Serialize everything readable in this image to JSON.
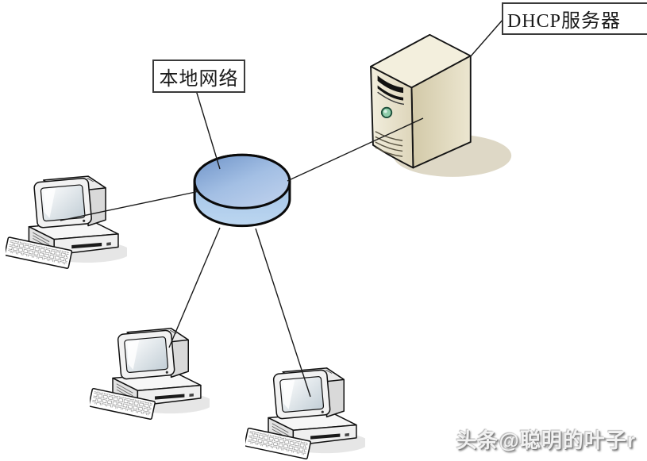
{
  "labels": {
    "local_network": "本地网络",
    "dhcp_server": "DHCP服务器"
  },
  "watermark": {
    "text": "头条@聪明的叶子r"
  },
  "nodes": [
    {
      "id": "hub",
      "type": "network-hub",
      "label": "本地网络"
    },
    {
      "id": "server",
      "type": "server-tower",
      "label": "DHCP服务器"
    },
    {
      "id": "pc1",
      "type": "client-workstation"
    },
    {
      "id": "pc2",
      "type": "client-workstation"
    },
    {
      "id": "pc3",
      "type": "client-workstation"
    }
  ],
  "connections": [
    {
      "from": "hub",
      "to": "server"
    },
    {
      "from": "hub",
      "to": "pc1"
    },
    {
      "from": "hub",
      "to": "pc2"
    },
    {
      "from": "hub",
      "to": "pc3"
    },
    {
      "from": "label-local-network",
      "to": "hub"
    },
    {
      "from": "label-dhcp-server",
      "to": "server"
    }
  ],
  "colors": {
    "hub_top_dark": "#6e93c8",
    "hub_top_light": "#bdd0ec",
    "hub_side": "#9dbfe6",
    "server_front": "#ece7d4",
    "server_side": "#ddd5b8",
    "server_top": "#f3efdd",
    "power_button": "#8fcdaa",
    "line": "#1a1a1a",
    "screen": "#cdd7dd",
    "shadow": "#dedede"
  }
}
